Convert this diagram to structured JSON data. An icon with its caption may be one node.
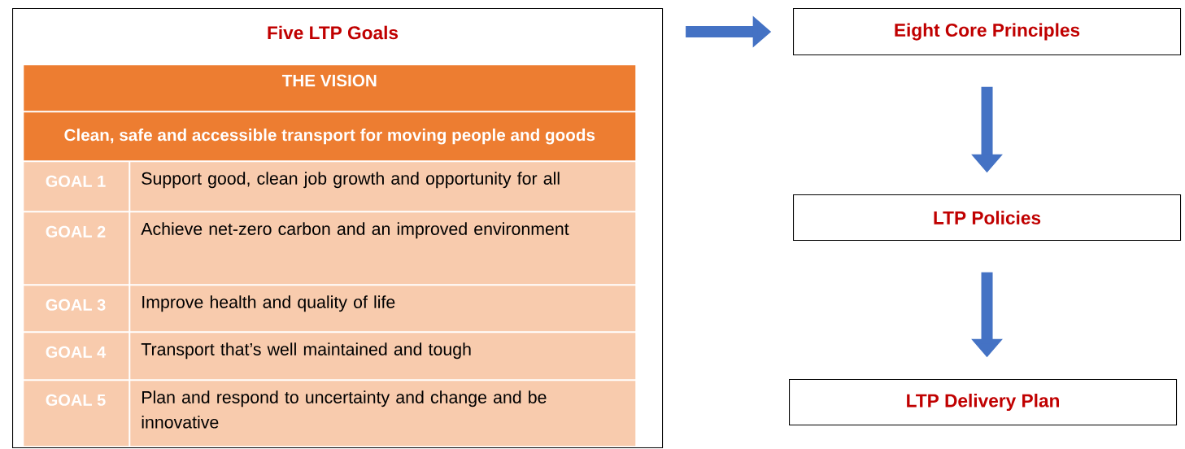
{
  "diagram": {
    "nodes": [
      {
        "text": [
          "Five LTP Goals"
        ]
      },
      {
        "text": [
          "THE VISION"
        ],
        "in": 0
      },
      {
        "text": [
          "Clean, safe and accessible transport for moving people and goods"
        ],
        "in": 0
      },
      {
        "text": [
          "GOAL 1"
        ],
        "in": 0
      },
      {
        "text": [
          "Support good, clean job growth and opportunity for all"
        ],
        "in": 0
      },
      {
        "text": [
          "GOAL 2"
        ],
        "in": 0
      },
      {
        "text": [
          "Achieve net-zero carbon and an improved environment"
        ],
        "in": 0
      },
      {
        "text": [
          "GOAL 3"
        ],
        "in": 0
      },
      {
        "text": [
          "Improve health and quality of life"
        ],
        "in": 0
      },
      {
        "text": [
          "GOAL 4"
        ],
        "in": 0
      },
      {
        "text": [
          "Transport that’s well maintained and tough"
        ],
        "in": 0
      },
      {
        "text": [
          "GOAL 5"
        ],
        "in": 0
      },
      {
        "text": [
          "Plan and respond to uncertainty and change and be innovative"
        ],
        "in": 0
      },
      {
        "text": [
          "Eight Core Principles"
        ]
      },
      {
        "text": [
          "LTP Policies"
        ]
      },
      {
        "text": [
          "LTP Delivery Plan"
        ]
      }
    ],
    "edges": [
      {
        "from": 0,
        "to": 13,
        "arrow": "to"
      },
      {
        "from": 13,
        "to": 14,
        "arrow": "to"
      },
      {
        "from": 14,
        "to": 15,
        "arrow": "to"
      }
    ]
  }
}
